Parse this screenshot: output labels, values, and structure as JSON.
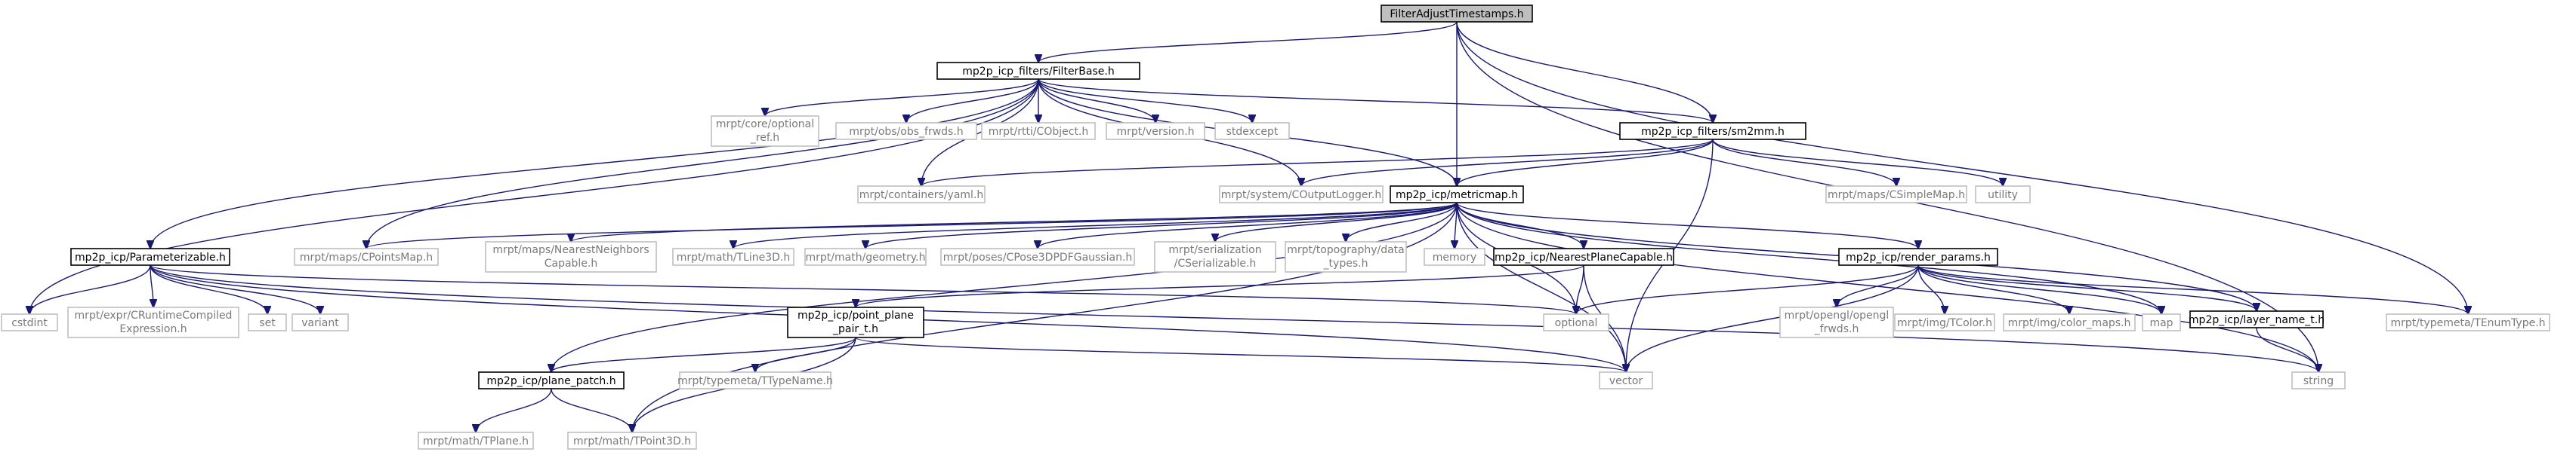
{
  "nodes": {
    "root": "FilterAdjustTimestamps.h",
    "filterbase": "mp2p_icp_filters/FilterBase.h",
    "sm2mm": "mp2p_icp_filters/sm2mm.h",
    "metricmap": "mp2p_icp/metricmap.h",
    "parameterizable": "mp2p_icp/Parameterizable.h",
    "nearestplane": "mp2p_icp/NearestPlaneCapable.h",
    "render": "mp2p_icp/render_params.h",
    "pointplane": [
      "mp2p_icp/point_plane",
      "_pair_t.h"
    ],
    "planepatch": "mp2p_icp/plane_patch.h",
    "layername": "mp2p_icp/layer_name_t.h",
    "optionalref": [
      "mrpt/core/optional",
      "_ref.h"
    ],
    "obsfrwds": "mrpt/obs/obs_frwds.h",
    "cobject": "mrpt/rtti/CObject.h",
    "version": "mrpt/version.h",
    "stdexcept": "stdexcept",
    "yaml": "mrpt/containers/yaml.h",
    "coutput": "mrpt/system/COutputLogger.h",
    "csimplemap": "mrpt/maps/CSimpleMap.h",
    "utility": "utility",
    "cpointsmap": "mrpt/maps/CPointsMap.h",
    "nearestneighbors": [
      "mrpt/maps/NearestNeighbors",
      "Capable.h"
    ],
    "tline3d": "mrpt/math/TLine3D.h",
    "geometry": "mrpt/math/geometry.h",
    "cpose3d": "mrpt/poses/CPose3DPDFGaussian.h",
    "cserializable": [
      "mrpt/serialization",
      "/CSerializable.h"
    ],
    "datatypes": [
      "mrpt/topography/data",
      "_types.h"
    ],
    "memory": "memory",
    "cstdint": "cstdint",
    "cruntime": [
      "mrpt/expr/CRuntimeCompiled",
      "Expression.h"
    ],
    "set": "set",
    "variant": "variant",
    "optional": "optional",
    "openglfrwds": [
      "mrpt/opengl/opengl",
      "_frwds.h"
    ],
    "tcolor": "mrpt/img/TColor.h",
    "colormaps": "mrpt/img/color_maps.h",
    "map": "map",
    "tenumtype": "mrpt/typemeta/TEnumType.h",
    "string": "string",
    "vector": "vector",
    "ttypename": "mrpt/typemeta/TTypeName.h",
    "tplane": "mrpt/math/TPlane.h",
    "tpoint3d": "mrpt/math/TPoint3D.h"
  },
  "edge_color": "#191970",
  "root_fill": "#bfbfbf",
  "external_border": "#bfbfbf"
}
